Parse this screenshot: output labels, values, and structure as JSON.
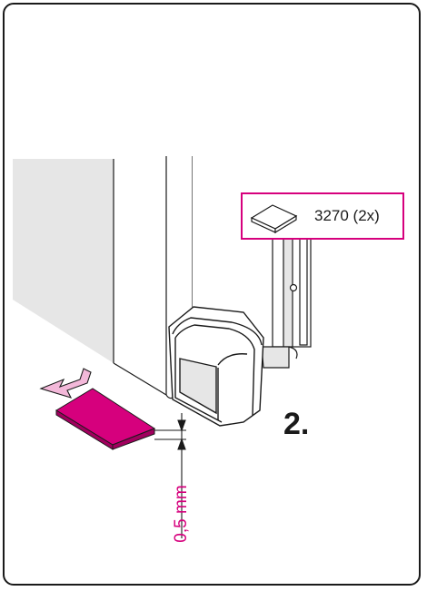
{
  "part": {
    "label": "3270 (2x)",
    "icon": "shim-plate-icon"
  },
  "step": {
    "label": "2."
  },
  "dimension": {
    "label": "0,5 mm"
  },
  "colors": {
    "accent": "#d6007d",
    "arrow": "#f3b8d9",
    "wall": "#e6e6e6",
    "line": "#1a1a1a"
  }
}
